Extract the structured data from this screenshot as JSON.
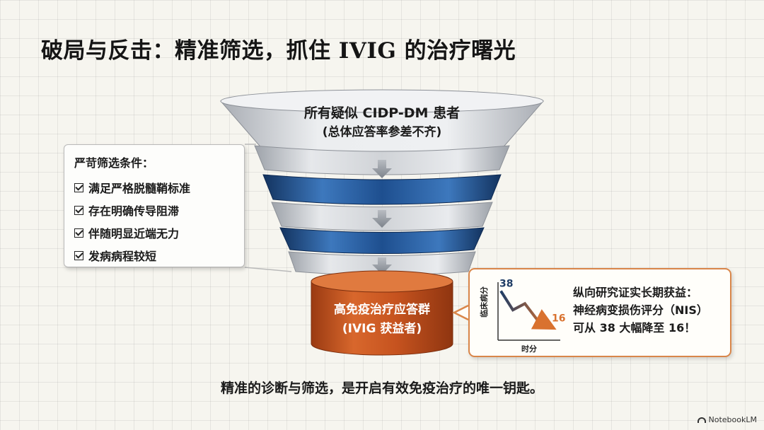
{
  "title": "破局与反击：精准筛选，抓住 IVIG 的治疗曙光",
  "funnel": {
    "top_label": "所有疑似 CIDP-DM 患者",
    "top_sublabel": "(总体应答率参差不齐)",
    "result_label": "高免疫治疗应答群",
    "result_sublabel": "(IVIG 获益者)"
  },
  "criteria": {
    "heading": "严苛筛选条件：",
    "items": [
      "满足严格脱髓鞘标准",
      "存在明确传导阻滞",
      "伴随明显近端无力",
      "发病病程较短"
    ]
  },
  "chart_data": {
    "type": "line",
    "ylabel": "临床病分",
    "xlabel": "时分",
    "x": [
      0,
      1,
      2,
      3,
      4
    ],
    "y": [
      38,
      26,
      30,
      20,
      16
    ],
    "data_labels": [
      "38",
      "16"
    ],
    "colors": {
      "start": "#1f3d66",
      "end": "#d9722f"
    }
  },
  "benefit": {
    "lines": [
      "纵向研究证实长期获益：",
      "神经病变损伤评分（NIS）",
      "可从 38 大幅降至 16！"
    ]
  },
  "caption": "精准的诊断与筛选，是开启有效免疫治疗的唯一钥匙。",
  "brand": "NotebookLM",
  "colors": {
    "funnel_gray": "#c9ccd1",
    "funnel_blue": "#1e4f8f",
    "result_orange": "#c6531f",
    "accent_border": "#d9864a"
  }
}
